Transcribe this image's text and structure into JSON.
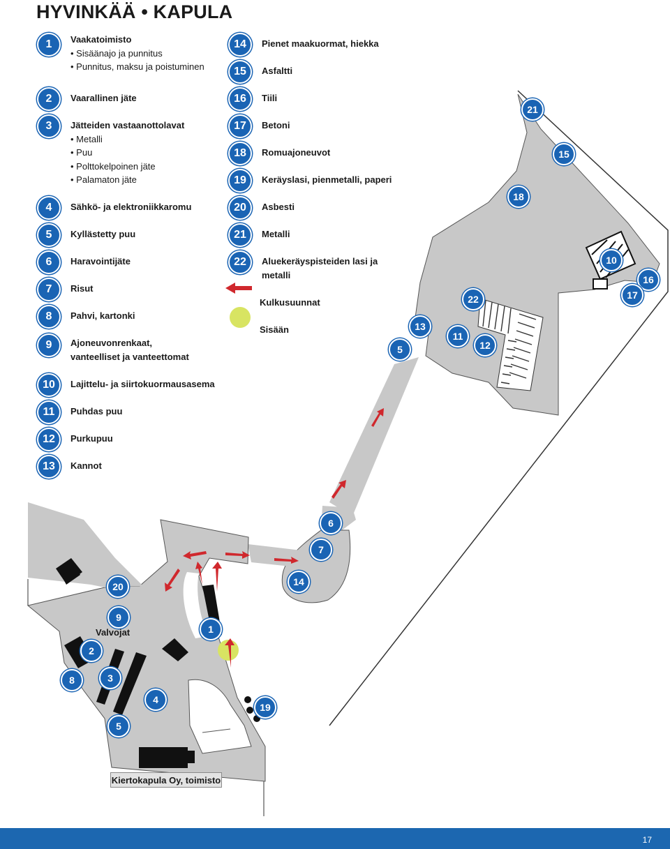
{
  "title": "HYVINKÄÄ • KAPULA",
  "legend_left": [
    {
      "num": "1",
      "label": "Vaakatoimisto",
      "subs": [
        "Sisäänajo ja punnitus",
        "Punnitus, maksu ja poistuminen"
      ]
    },
    {
      "num": "2",
      "label": "Vaarallinen jäte",
      "subs": []
    },
    {
      "num": "3",
      "label": "Jätteiden vastaanottolavat",
      "subs": [
        "Metalli",
        "Puu",
        "Polttokelpoinen jäte",
        "Palamaton jäte"
      ]
    },
    {
      "num": "4",
      "label": "Sähkö- ja elektroniikkaromu",
      "subs": []
    },
    {
      "num": "5",
      "label": "Kyllästetty puu",
      "subs": []
    },
    {
      "num": "6",
      "label": "Haravointijäte",
      "subs": []
    },
    {
      "num": "7",
      "label": "Risut",
      "subs": []
    },
    {
      "num": "8",
      "label": "Pahvi, kartonki",
      "subs": []
    },
    {
      "num": "9",
      "label": "Ajoneuvonrenkaat,",
      "label2": "vanteelliset ja vanteettomat",
      "subs": []
    },
    {
      "num": "10",
      "label": "Lajittelu- ja siirtokuormausasema",
      "subs": []
    },
    {
      "num": "11",
      "label": "Puhdas puu",
      "subs": []
    },
    {
      "num": "12",
      "label": "Purkupuu",
      "subs": []
    },
    {
      "num": "13",
      "label": "Kannot",
      "subs": []
    }
  ],
  "legend_right": [
    {
      "num": "14",
      "label": "Pienet maakuormat, hiekka"
    },
    {
      "num": "15",
      "label": "Asfaltti"
    },
    {
      "num": "16",
      "label": "Tiili"
    },
    {
      "num": "17",
      "label": "Betoni"
    },
    {
      "num": "18",
      "label": "Romuajoneuvot"
    },
    {
      "num": "19",
      "label": "Keräyslasi, pienmetalli, paperi"
    },
    {
      "num": "20",
      "label": "Asbesti"
    },
    {
      "num": "21",
      "label": "Metalli"
    },
    {
      "num": "22",
      "label": "Aluekeräyspisteiden lasi ja",
      "label2": "metalli"
    }
  ],
  "symbols": {
    "direction": "Kulkusuunnat",
    "entrance": "Sisään"
  },
  "map": {
    "badges": [
      "21",
      "15",
      "18",
      "10",
      "16",
      "17",
      "22",
      "13",
      "11",
      "12",
      "5",
      "6",
      "7",
      "14",
      "20",
      "9",
      "2",
      "1",
      "3",
      "8",
      "4",
      "5",
      "19"
    ],
    "supervisors_label": "Valvojat",
    "office_label": "Kiertokapula Oy, toimisto"
  },
  "colors": {
    "badge": "#1a64b4",
    "road": "#c8c8c8",
    "arrow": "#d0282d",
    "entrance": "#d8e462",
    "footer": "#1c67b0"
  },
  "page_number": "17"
}
